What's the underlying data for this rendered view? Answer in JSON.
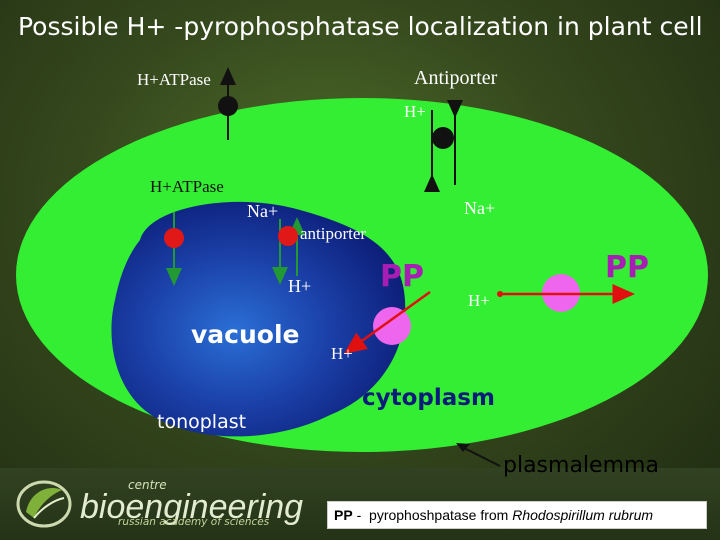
{
  "title": "Possible H+ -pyrophosphatase localization in plant cell",
  "labels": {
    "outer_atpase": "H+ATPase",
    "outer_antiporter": "Antiporter",
    "outer_h": "H+",
    "inner_atpase": "H+ATPase",
    "inner_na_left": "Na+",
    "inner_na_right": "Na+",
    "inner_antiporter": "antiporter",
    "inner_h": "H+",
    "pp_tonoplast": "PP",
    "pp_plasma": "PP",
    "h_plasma": "H+",
    "h_tonoplast": "H+",
    "vacuole": "vacuole",
    "tonoplast": "tonoplast",
    "cytoplasm": "cytoplasm",
    "plasmalemma": "plasmalemma"
  },
  "footer": {
    "logo_small": "centre",
    "logo_main": "bioengineering",
    "logo_sub": "russian academy of sciences",
    "caption_pp": "PP",
    "caption_sep": " -  ",
    "caption_text": "pyrophoshpatase from ",
    "caption_species": "Rhodospirillum rubrum"
  },
  "colors": {
    "cytoplasm": "#33ee33",
    "vacuole_center": "#2a6fd6",
    "vacuole_edge": "#0d1f7a",
    "pp_pump": "#ee66ee",
    "arrow_red": "#e01010",
    "arrow_green": "#22aa33",
    "atpase_red": "#e01818"
  }
}
